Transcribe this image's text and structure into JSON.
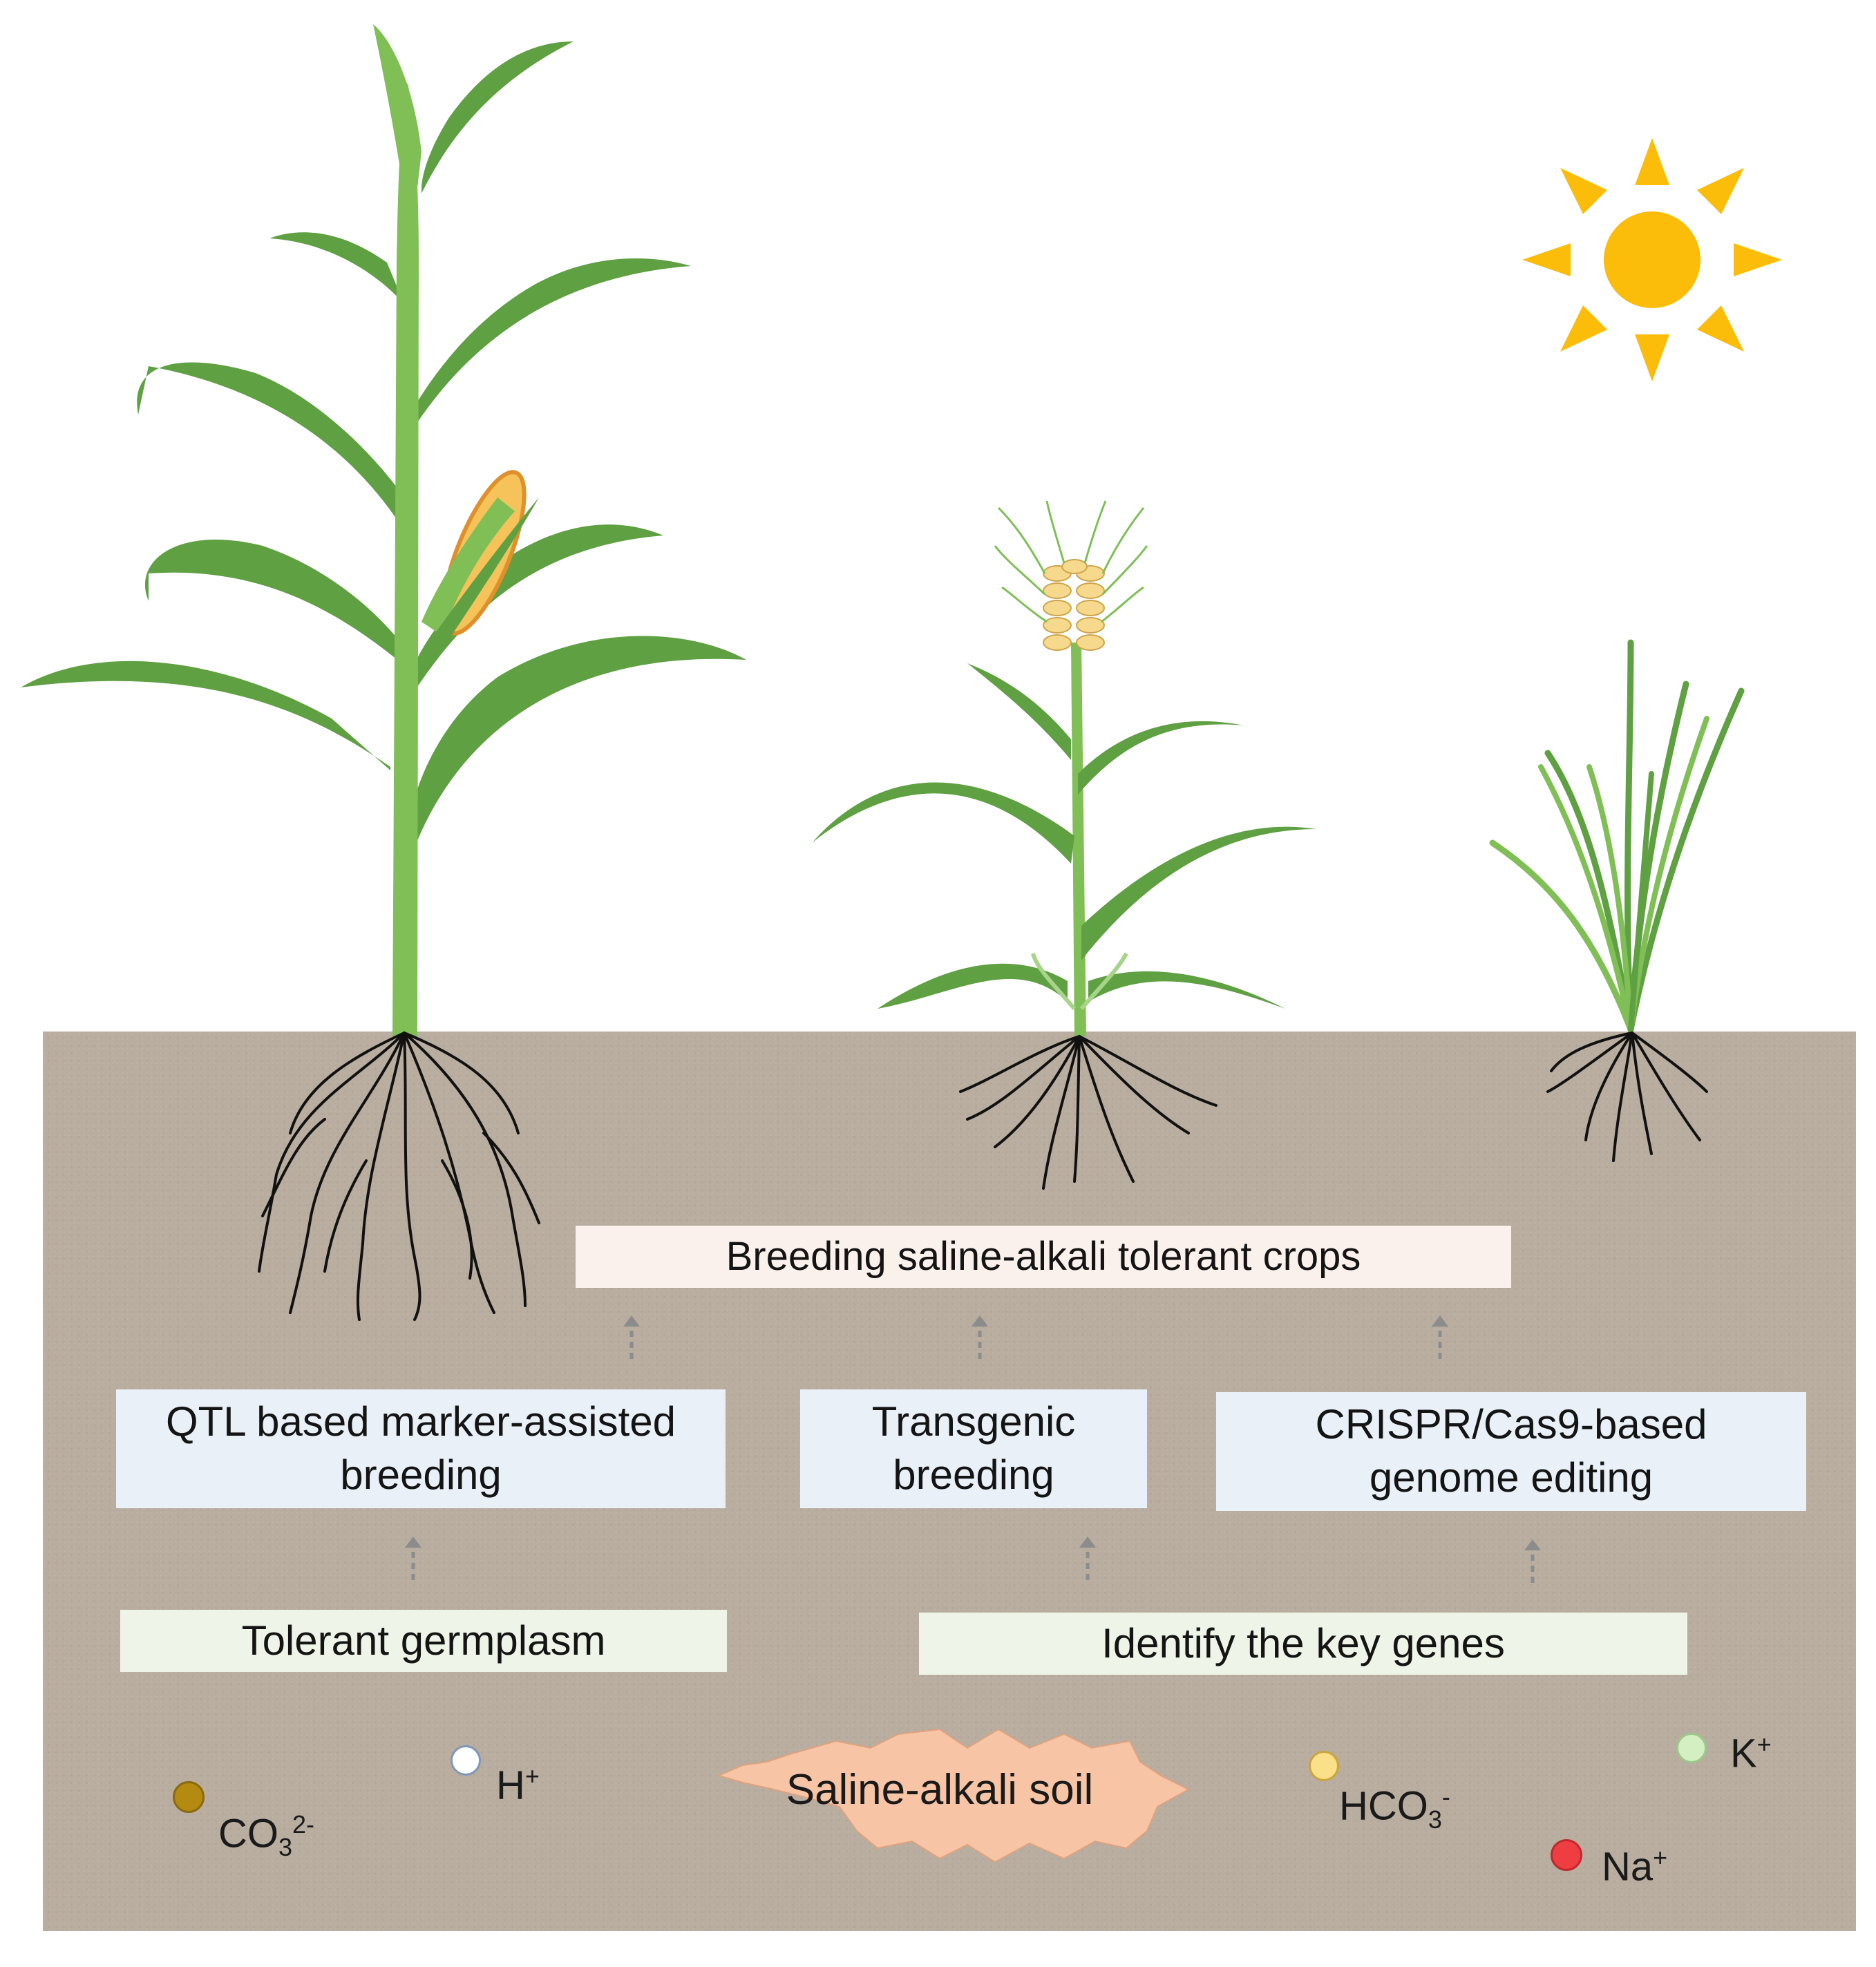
{
  "colors": {
    "soil": "#b8ad9f",
    "leaf_dark": "#5fa043",
    "leaf_light": "#7fbf56",
    "sun": "#fbbd09",
    "soil_badge": "#f7c5a6",
    "top_box": "#fbf1ec",
    "method_box": "#e9f0f8",
    "source_box": "#eef5e8",
    "arrow": "#8c8c8c"
  },
  "icons": [
    "maize-plant-icon",
    "wheat-plant-icon",
    "rice-plant-icon",
    "sun-icon",
    "roots-icon"
  ],
  "goal": {
    "label": "Breeding saline-alkali tolerant crops"
  },
  "methods": [
    {
      "line1": "QTL based marker-assisted",
      "line2": "breeding"
    },
    {
      "line1": "Transgenic",
      "line2": "breeding"
    },
    {
      "line1": "CRISPR/Cas9-based",
      "line2": "genome editing"
    }
  ],
  "sources": [
    {
      "label": "Tolerant germplasm"
    },
    {
      "label": "Identify the key genes"
    }
  ],
  "soil": {
    "label": "Saline-alkali soil"
  },
  "ions": [
    {
      "base": "CO",
      "sub": "3",
      "sup": "2-",
      "color": "#b58a10"
    },
    {
      "base": "H",
      "sub": "",
      "sup": "+",
      "color": "#ffffff"
    },
    {
      "base": "HCO",
      "sub": "3",
      "sup": "-",
      "color": "#fbe08a"
    },
    {
      "base": "K",
      "sub": "",
      "sup": "+",
      "color": "#d4f0c2"
    },
    {
      "base": "Na",
      "sub": "",
      "sup": "+",
      "color": "#ef3e42"
    }
  ]
}
